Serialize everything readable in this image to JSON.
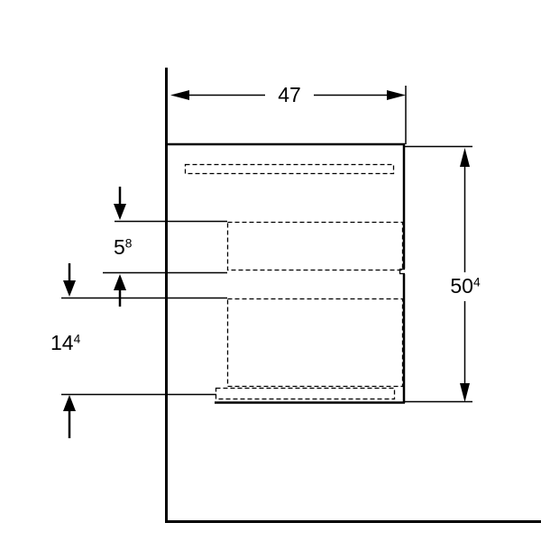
{
  "drawing": {
    "type": "technical-dimension-side-view",
    "background_color": "#ffffff",
    "line_color": "#000000",
    "dimensions": {
      "width": {
        "value": "47",
        "sup": ""
      },
      "height": {
        "value": "50",
        "sup": "4"
      },
      "upper_offset": {
        "value": "5",
        "sup": "8"
      },
      "lower_offset": {
        "value": "14",
        "sup": "4"
      }
    }
  }
}
